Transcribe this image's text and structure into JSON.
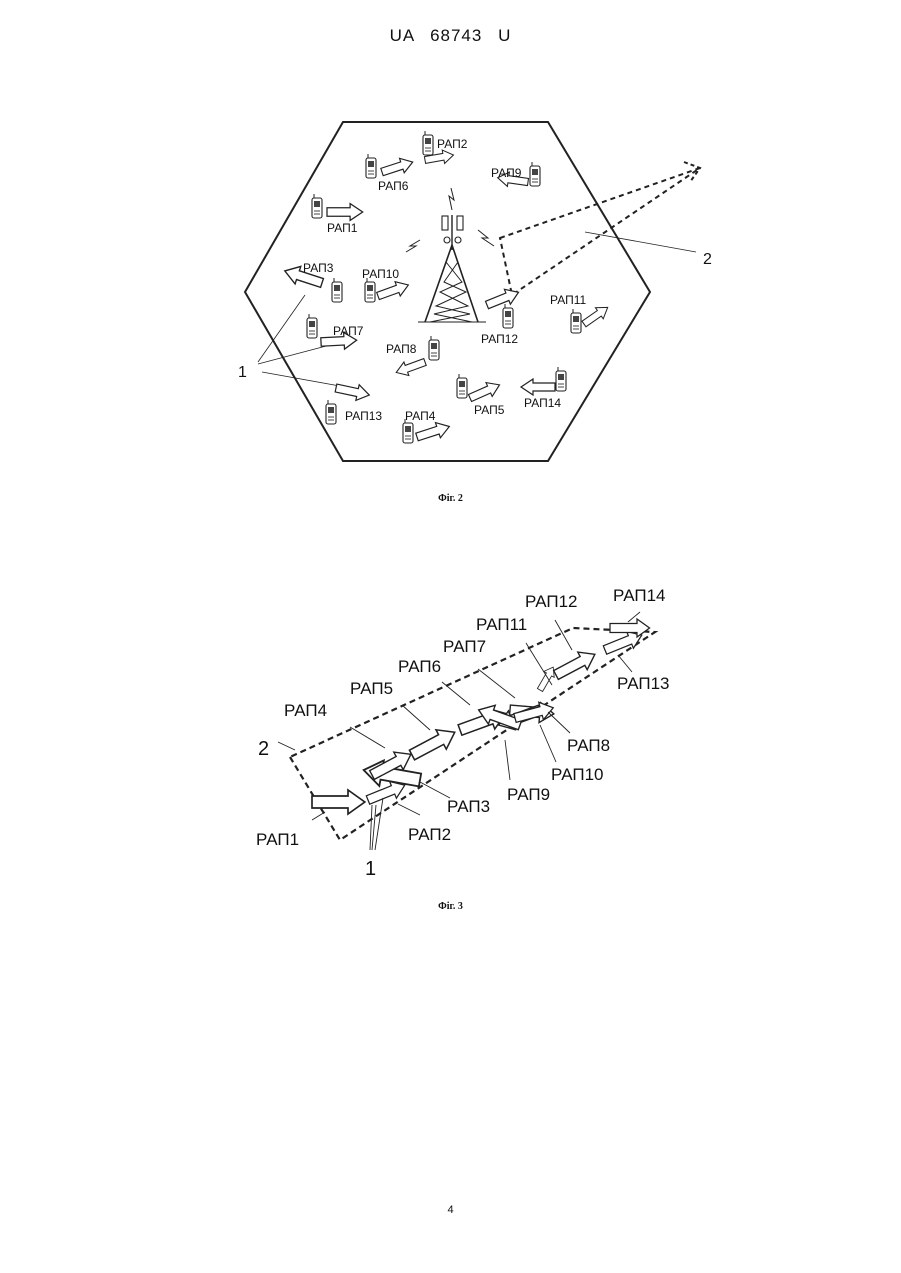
{
  "header": {
    "country": "UA",
    "number": "68743",
    "kind": "U"
  },
  "figure2": {
    "caption": "Фіг. 2",
    "callouts": [
      "1",
      "2"
    ],
    "labels": [
      "РАП1",
      "РАП2",
      "РАП3",
      "РАП4",
      "РАП5",
      "РАП6",
      "РАП7",
      "РАП8",
      "РАП9",
      "РАП10",
      "РАП11",
      "РАП12",
      "РАП13",
      "РАП14"
    ]
  },
  "figure3": {
    "caption": "Фіг. 3",
    "callouts": [
      "1",
      "2"
    ],
    "labels": [
      "РАП1",
      "РАП2",
      "РАП3",
      "РАП4",
      "РАП5",
      "РАП6",
      "РАП7",
      "РАП8",
      "РАП9",
      "РАП10",
      "РАП11",
      "РАП12",
      "РАП13",
      "РАП14"
    ]
  },
  "page_number": "4"
}
